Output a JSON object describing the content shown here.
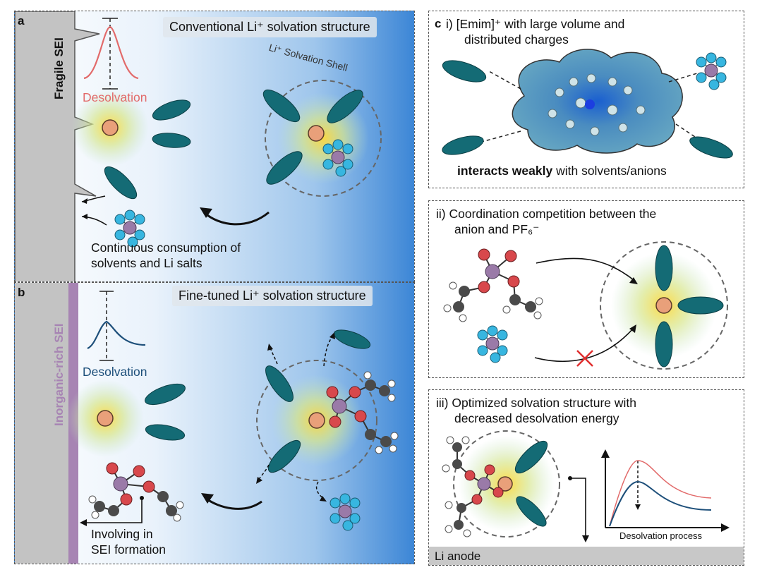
{
  "panel_a": {
    "label": "a",
    "title": "Conventional Li⁺ solvation structure",
    "sei_label": "Fragile SEI",
    "desolvation_label": "Desolvation",
    "shell_label": "Li⁺ Solvation Shell",
    "consumption_text_line1": "Continuous consumption of",
    "consumption_text_line2": "solvents and Li salts"
  },
  "panel_b": {
    "label": "b",
    "title": "Fine-tuned Li⁺ solvation structure",
    "sei_label": "Inorganic-rich SEI",
    "desolvation_label": "Desolvation",
    "involving_line1": "Involving in",
    "involving_line2": "SEI formation"
  },
  "panel_c": {
    "label": "c",
    "i_title_line1": "i)  [Emim]⁺ with large volume and",
    "i_title_line2": "distributed charges",
    "i_caption_bold": "interacts weakly",
    "i_caption_rest": " with solvents/anions",
    "ii_title_line1": "ii) Coordination competition between the",
    "ii_title_line2": "anion and PF₆⁻",
    "iii_title_line1": "iii) Optimized solvation structure with",
    "iii_title_line2": "decreased desolvation energy",
    "xaxis_label": "Desolvation process",
    "anode_label": "Li anode"
  },
  "colors": {
    "solvent": "#146b75",
    "li_ion": "#e9a07a",
    "fragile_curve": "#e26a6a",
    "fine_curve": "#1d4f7a",
    "sei_inorganic": "#a784b3",
    "fluorine": "#37b6e0",
    "phosphorus": "#9a7aa8",
    "oxygen": "#d8484c",
    "carbon": "#4a4a4a"
  }
}
